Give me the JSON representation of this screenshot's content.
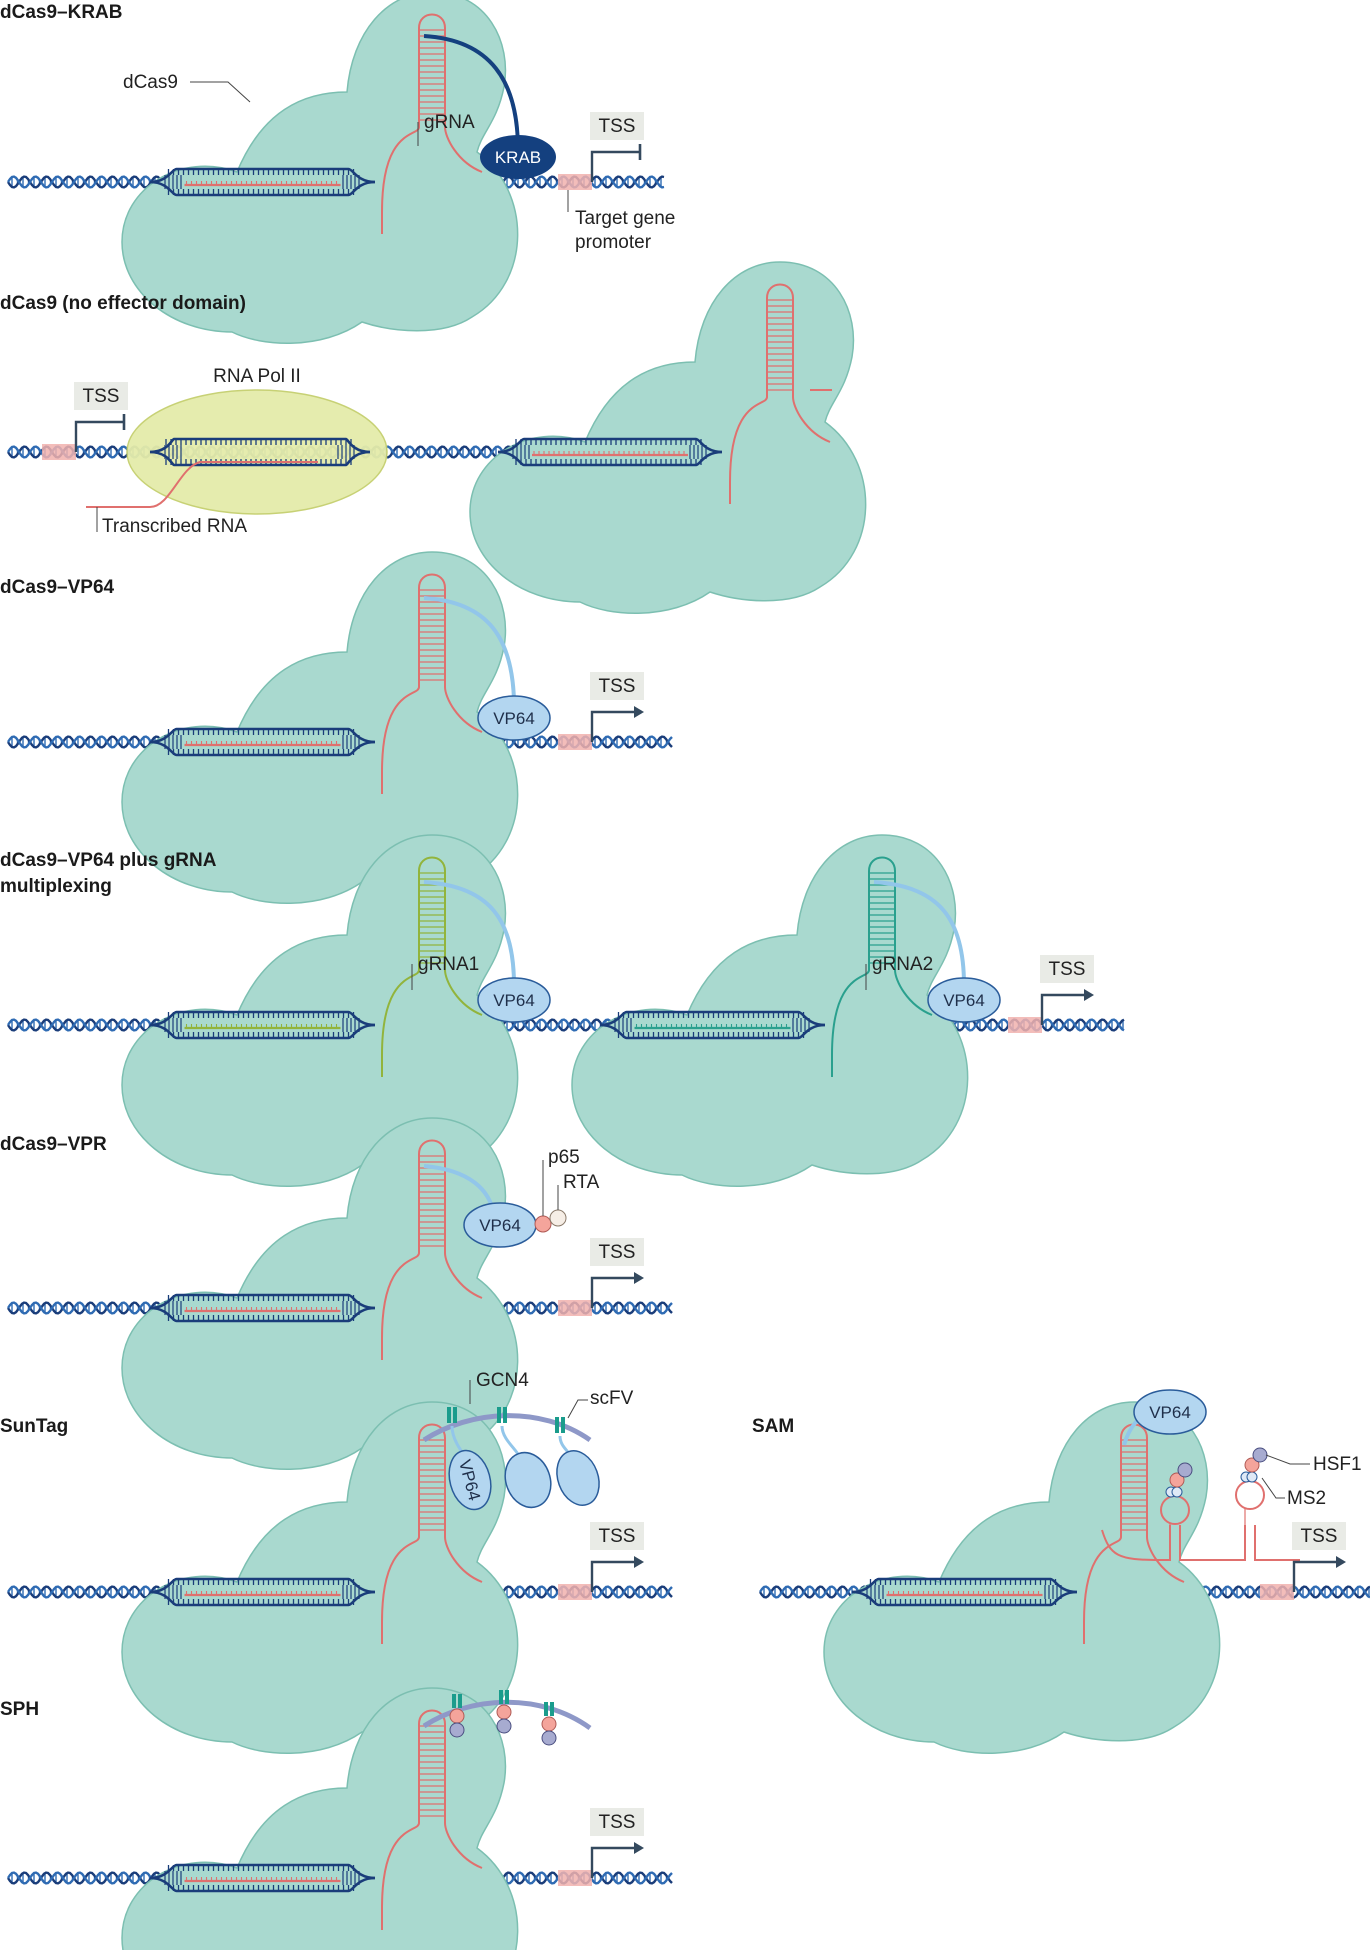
{
  "colors": {
    "cas9_fill": "#a9d9cf",
    "cas9_stroke": "#7cbfb1",
    "dna_navy": "#1a3d7a",
    "dna_light": "#2f6bb3",
    "grna_red": "#e0706e",
    "krab_fill": "#14407f",
    "activator_fill": "#b3d6f0",
    "activator_stroke": "#2a5c9a",
    "linker_blue": "#92c6ea",
    "promoter_pink": "#f1b1ae",
    "tss_box": "#e9ebe6",
    "pol2_fill": "#e4ebaa",
    "pol2_stroke": "#c5cf6e",
    "grna1_green": "#92b43c",
    "grna2_teal": "#2aa08e",
    "scaffold_purple": "#8e98c8",
    "gcn4_teal": "#1a9c8c",
    "p65_pink": "#f4a49b",
    "hsf1_lavender": "#a7abd0"
  },
  "panels": {
    "krab": {
      "title": "dCas9–KRAB",
      "dcas9_label": "dCas9",
      "grna_label": "gRNA",
      "effector_label": "KRAB",
      "tss_label": "TSS",
      "promoter_label_line1": "Target gene",
      "promoter_label_line2": "promoter"
    },
    "noeffector": {
      "title": "dCas9 (no effector domain)",
      "pol_label": "RNA Pol II",
      "tss_label": "TSS",
      "transcript_label": "Transcribed RNA"
    },
    "vp64": {
      "title": "dCas9–VP64",
      "effector_label": "VP64",
      "tss_label": "TSS"
    },
    "multiplex": {
      "title_line1": "dCas9–VP64 plus gRNA",
      "title_line2": "multiplexing",
      "grna1_label": "gRNA1",
      "grna2_label": "gRNA2",
      "effector_label": "VP64",
      "tss_label": "TSS"
    },
    "vpr": {
      "title": "dCas9–VPR",
      "vp64_label": "VP64",
      "p65_label": "p65",
      "rta_label": "RTA",
      "tss_label": "TSS"
    },
    "suntag": {
      "title": "SunTag",
      "gcn4_label": "GCN4",
      "scfv_label": "scFV",
      "vp64_label": "VP64",
      "tss_label": "TSS"
    },
    "sam": {
      "title": "SAM",
      "vp64_label": "VP64",
      "hsf1_label": "HSF1",
      "ms2_label": "MS2",
      "tss_label": "TSS"
    },
    "sph": {
      "title": "SPH",
      "tss_label": "TSS"
    }
  }
}
